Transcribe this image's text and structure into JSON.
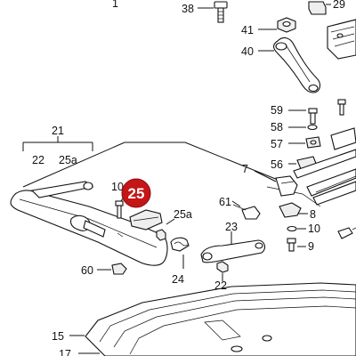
{
  "highlight": {
    "label": "25",
    "color": "#c41616"
  },
  "callouts": {
    "c1": "1",
    "c38": "38",
    "c29": "29",
    "c41": "41",
    "c40": "40",
    "c59": "59",
    "c58": "58",
    "c57": "57",
    "c56": "56",
    "c21": "21",
    "c22": "22",
    "c25a_top": "25a",
    "c7": "7",
    "c10_left": "10",
    "c25a_mid": "25a",
    "c61": "61",
    "c8": "8",
    "c23": "23",
    "c10_right": "10",
    "c9": "9",
    "c60": "60",
    "c24": "24",
    "c22_bottom": "22",
    "c15": "15",
    "c17": "17"
  }
}
